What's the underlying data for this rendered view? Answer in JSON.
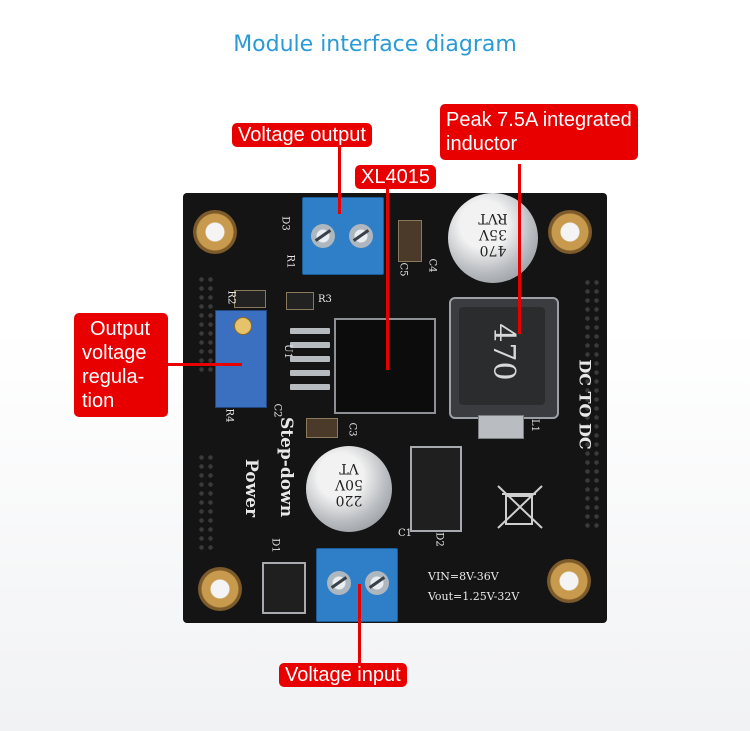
{
  "title": "Module interface diagram",
  "callouts": {
    "voltage_output": "Voltage output",
    "xl4015": "XL4015",
    "inductor_line1": "Peak 7.5A integrated",
    "inductor_line2": "inductor",
    "regulation_line1": "Output",
    "regulation_line2": "voltage",
    "regulation_line3": "regula-",
    "regulation_line4": "tion",
    "voltage_input": "Voltage input"
  },
  "board": {
    "silk_dc": "DC TO DC",
    "silk_stepdown": "Step-down",
    "silk_power": "Power",
    "vin": "VIN=8V-36V",
    "vout": "Vout=1.25V-32V",
    "cap_large_1": "470",
    "cap_large_2": "35V",
    "cap_large_3": "RVT",
    "cap_small_1": "220",
    "cap_small_2": "50V",
    "cap_small_3": "VT",
    "inductor_marking": "470",
    "ref_d3": "D3",
    "ref_r1": "R1",
    "ref_r2": "R2",
    "ref_r3": "R3",
    "ref_r4": "R4",
    "ref_c1": "C1",
    "ref_c2": "C2",
    "ref_c3": "C3",
    "ref_c4": "C4",
    "ref_c5": "C5",
    "ref_u1": "U1",
    "ref_l1": "L1",
    "ref_d1": "D1",
    "ref_d2": "D2"
  },
  "colors": {
    "title": "#2a9bd4",
    "callout_bg": "#e80000",
    "pcb": "#141414",
    "terminal": "#2e7ec8"
  }
}
